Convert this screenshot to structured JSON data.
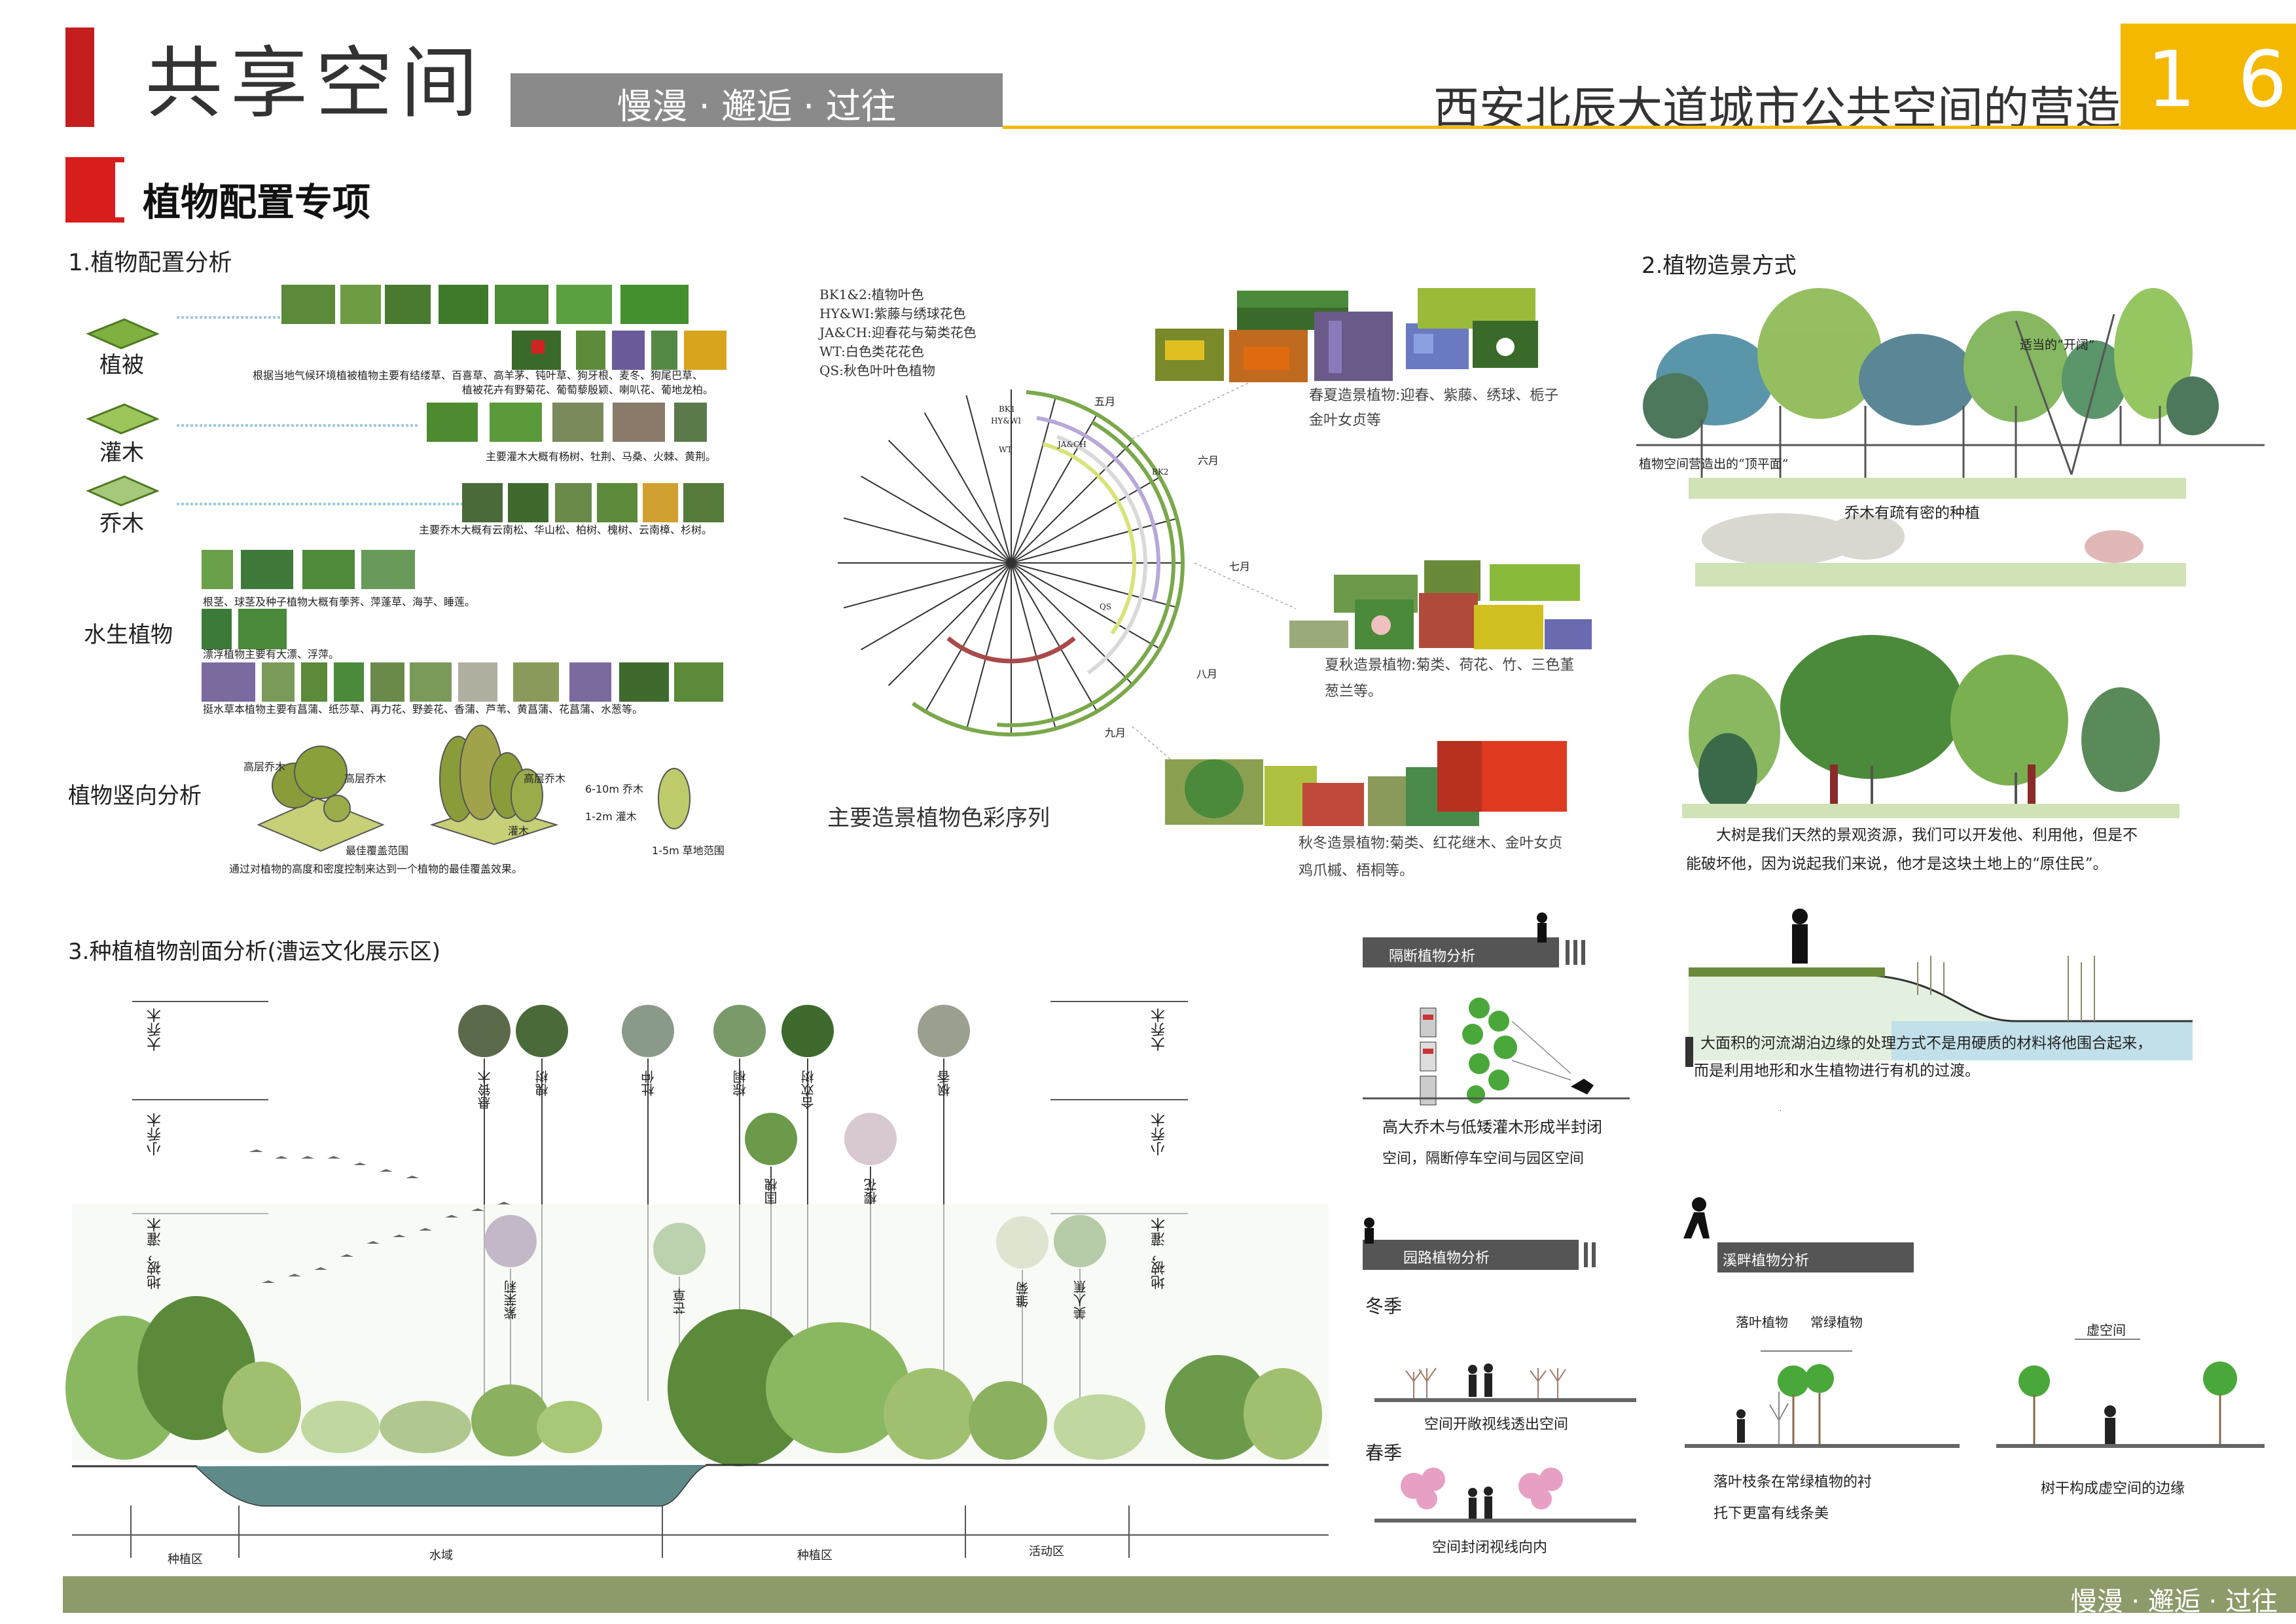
{
  "header": {
    "title": "共享空间",
    "slogan": "慢漫 · 邂逅 · 过往",
    "project": "西安北辰大道城市公共空间的营造",
    "page_no": "16"
  },
  "section": {
    "title": "植物配置专项"
  },
  "s1": {
    "title": "1.植物配置分析",
    "cats": [
      "植被",
      "灌木",
      "乔木",
      "水生植物"
    ],
    "desc": [
      "根据当地气候环境植被植物主要有结缕草、百喜草、高羊茅、钝叶草、狗牙根、麦冬、狗尾巴草、",
      "植被花卉有野菊花、葡萄藜殷颖、喇叭花、葡地龙柏。",
      "主要灌木大概有杨树、牡荆、马桑、火棘、黄荆。",
      "主要乔木大概有云南松、华山松、柏树、槐树、云南樟、杉树。",
      "根茎、球茎及种子植物大概有荸荠、萍蓬草、海芋、睡莲。",
      "漂浮植物主要有大漂、浮萍。",
      "挺水草本植物主要有菖蒲、纸莎草、再力花、野姜花、香蒲、芦苇、黄菖蒲、花菖蒲、水葱等。"
    ],
    "vertical": {
      "title": "植物竖向分析",
      "labels": [
        "高层乔木",
        "高层乔木",
        "高层乔木",
        "灌木",
        "最佳覆盖范围",
        "6-10m 乔木",
        "1-2m 灌木",
        "1-5m 草地范围"
      ],
      "caption": "通过对植物的高度和密度控制来达到一个植物的最佳覆盖效果。"
    }
  },
  "wheel": {
    "legend": [
      "BK1&2:植物叶色",
      "HY&WI:紫藤与绣球花色",
      "JA&CH:迎春花与菊类花色",
      "WT:白色类花花色",
      "QS:秋色叶叶色植物"
    ],
    "months": [
      "五月",
      "六月",
      "七月",
      "八月",
      "九月"
    ],
    "ring_tags": [
      "BK1",
      "HY&WI",
      "WT",
      "JA&CH",
      "BK2",
      "QS"
    ],
    "title": "主要造景植物色彩序列",
    "captions": [
      "春夏造景植物:迎春、紫藤、绣球、栀子",
      "金叶女贞等",
      "夏秋造景植物:菊类、荷花、竹、三色堇",
      "葱兰等。",
      "秋冬造景植物:菊类、红花继木、金叶女贞",
      "鸡爪槭、梧桐等。"
    ],
    "colors": {
      "bk": "#7aa84a",
      "hy": "#b8a8d8",
      "wt": "#d9d9d9",
      "ja": "#d9e37a",
      "qs": "#a84a4a"
    }
  },
  "s2": {
    "title": "2.植物造景方式",
    "labels": [
      "适当的“开阔”",
      "植物空间营造出的“顶平面”",
      "乔木有疏有密的种植"
    ],
    "texts": [
      "大树是我们天然的景观资源，我们可以开发他、利用他，但是不",
      "能破坏他，因为说起我们来说，他才是这块土地上的“原住民”。",
      "大面积的河流湖泊边缘的处理方式不是用硬质的材料将他围合起来，",
      "而是利用地形和水生植物进行有机的过渡。"
    ]
  },
  "s3": {
    "title": "3.种植植物剖面分析(漕运文化展示区)",
    "axis": [
      "大乔木",
      "小乔木",
      "地被，灌木"
    ],
    "plants": [
      "悬铃木",
      "槐树",
      "杜仲",
      "棕榈",
      "合欢树",
      "枫香",
      "国槐",
      "樱花",
      "紫茉莉",
      "芒草",
      "雏菊",
      "美人蕉"
    ],
    "zones": [
      "种植区",
      "水域",
      "种植区",
      "活动区"
    ]
  },
  "analysis": {
    "isolation": {
      "title": "隔断植物分析",
      "caption": [
        "高大乔木与低矮灌木形成半封闭",
        "空间，隔断停车空间与园区空间"
      ]
    },
    "road": {
      "title": "园路植物分析",
      "winter": "冬季",
      "winter_cap": "空间开敞视线透出空间",
      "spring": "春季",
      "spring_cap": "空间封闭视线向内"
    },
    "stream": {
      "title": "溪畔植物分析",
      "labels": [
        "落叶植物",
        "常绿植物",
        "虚空间"
      ],
      "caps": [
        "落叶枝条在常绿植物的衬",
        "托下更富有线条美",
        "树干构成虚空间的边缘"
      ]
    }
  },
  "footer": {
    "slogan": "慢漫 · 邂逅 · 过往"
  },
  "colors": {
    "red": "#d81d1d",
    "gray": "#8a8a8a",
    "yellow": "#f5b800",
    "olive": "#8d9a6a"
  }
}
